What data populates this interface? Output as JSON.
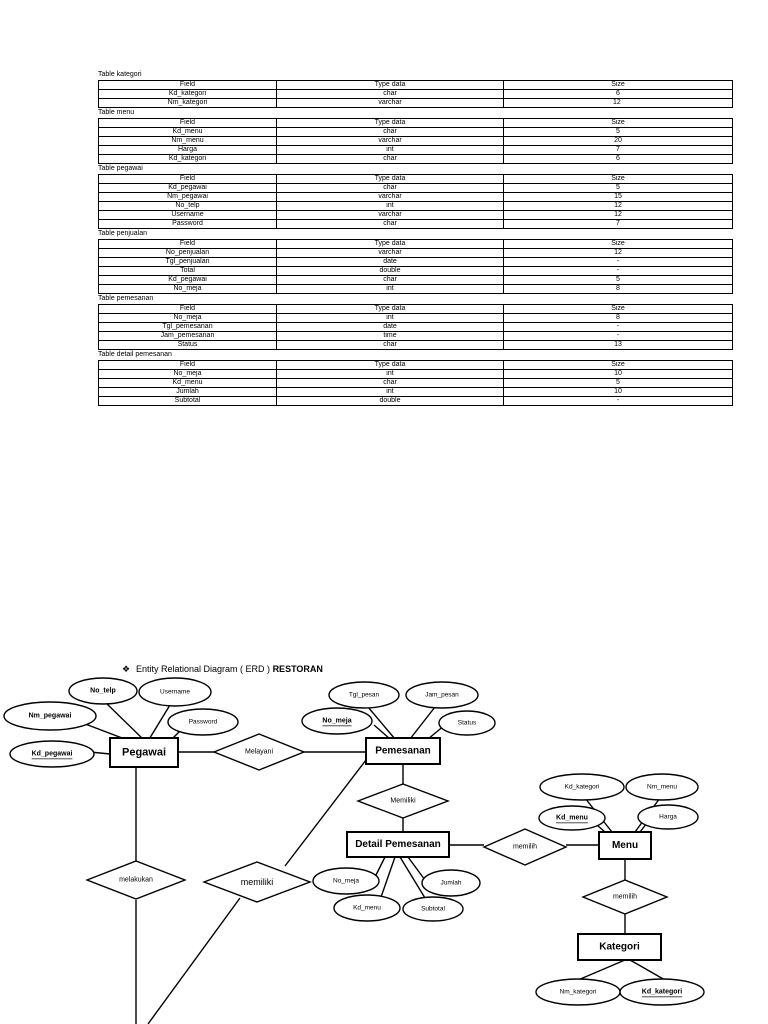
{
  "tables": [
    {
      "caption": "Table kategori",
      "header": [
        "Field",
        "Type data",
        "Size"
      ],
      "rows": [
        [
          "Kd_kategori",
          "char",
          "6"
        ],
        [
          "Nm_kategori",
          "varchar",
          "12`"
        ]
      ]
    },
    {
      "caption": "Table menu",
      "header": [
        "Field",
        "Type data",
        "Size"
      ],
      "rows": [
        [
          "Kd_menu",
          "char",
          "5"
        ],
        [
          "Nm_menu",
          "varchar",
          "20"
        ],
        [
          "Harga",
          "int",
          "7"
        ],
        [
          "Kd_kategori",
          "char",
          "6"
        ]
      ]
    },
    {
      "caption": "Table pegawai",
      "header": [
        "Field",
        "Type data",
        "Size"
      ],
      "rows": [
        [
          "Kd_pegawai",
          "char",
          "5"
        ],
        [
          "Nm_pegawai",
          "varchar",
          "15"
        ],
        [
          "No_telp",
          "int",
          "12"
        ],
        [
          "Username",
          "varchar",
          "12"
        ],
        [
          "Password",
          "char",
          "7"
        ]
      ]
    },
    {
      "caption": "Table penjualan",
      "header": [
        "Field",
        "Type data",
        "Size"
      ],
      "rows": [
        [
          "No_penjualan",
          "varchar",
          "12"
        ],
        [
          "Tgl_penjualan",
          "date",
          "-"
        ],
        [
          "Total",
          "double",
          "-"
        ],
        [
          "Kd_pegawai",
          "char",
          "5"
        ],
        [
          "No_meja",
          "int",
          "8"
        ]
      ]
    },
    {
      "caption": "Table pemesanan",
      "header": [
        "Field",
        "Type data",
        "Size"
      ],
      "rows": [
        [
          "No_meja",
          "int",
          "8"
        ],
        [
          "Tgl_pemesanan",
          "date",
          "-"
        ],
        [
          "Jam_pemesanan",
          "time",
          "-"
        ],
        [
          "Status",
          "char",
          "13"
        ]
      ]
    },
    {
      "caption": "Table detail pemesanan",
      "header": [
        "Field",
        "Type data",
        "Size"
      ],
      "rows": [
        [
          "No_meja",
          "int",
          "10"
        ],
        [
          "Kd_menu",
          "char",
          "5"
        ],
        [
          "Jumlah",
          "int",
          "10"
        ],
        [
          "Subtotal",
          "double",
          "-"
        ]
      ]
    }
  ],
  "erd": {
    "title_prefix": "Entity Relational Diagram ( ERD )",
    "title_bold": "RESTORAN",
    "entities": {
      "pegawai": "Pegawai",
      "pemesanan": "Pemesanan",
      "detail": "Detail Pemesanan",
      "menu": "Menu",
      "kategori": "Kategori"
    },
    "relations": {
      "melayani": "Melayani",
      "memiliki_pesan": "Memiliki",
      "memilih": "memilih",
      "memiliki_menu": "memilih",
      "melakukan": "melakukan",
      "memiliki_besar": "memiliki"
    },
    "attributes": {
      "no_telp": "No_telp",
      "username": "Username",
      "nm_pegawai": "Nm_pegawai",
      "password": "Password",
      "kd_pegawai": "Kd_pegawai",
      "tgl_pesan": "Tgl_pesan",
      "jam_pesan": "Jam_pesan",
      "no_meja": "No_meja",
      "status": "Status",
      "kd_kategori_menu": "Kd_kategori",
      "nm_menu": "Nm_menu",
      "kd_menu": "Kd_menu",
      "harga": "Harga",
      "no_meja_detail": "No_meja",
      "jumlah": "Jumlah",
      "kd_menu_detail": "Kd_menu",
      "subtotal": "Subtotal",
      "nm_kategori": "Nm_kategori",
      "kd_kategori": "Kd_kategori"
    }
  }
}
